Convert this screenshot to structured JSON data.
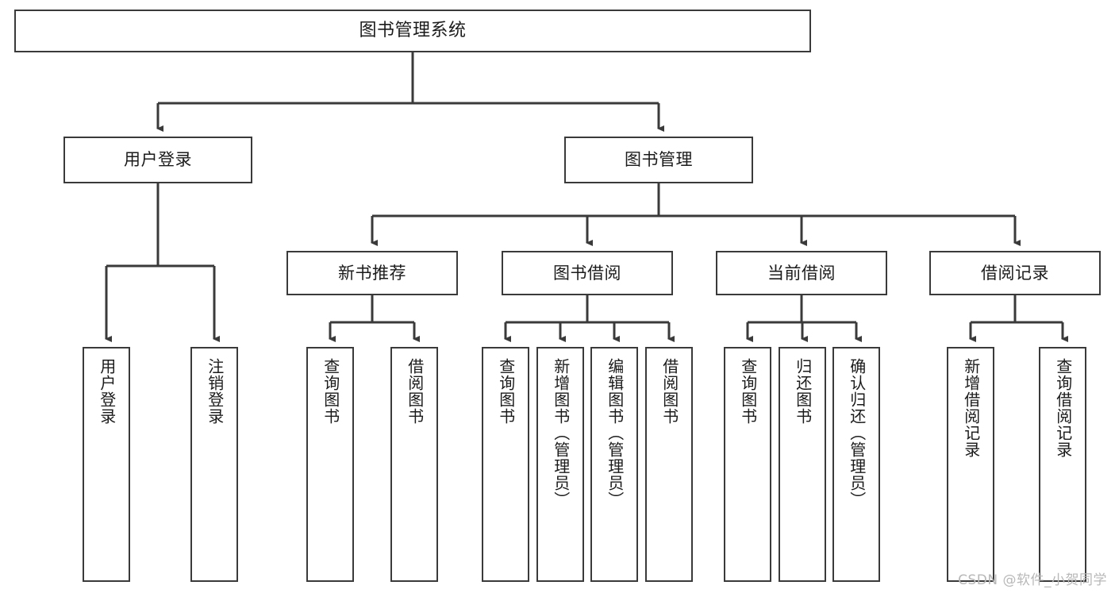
{
  "diagram": {
    "type": "tree-hierarchy-chart",
    "title": "图书管理系统",
    "watermark": "CSDN @软件_小贺同学",
    "colors": {
      "box_border": "#3a3a3a",
      "box_fill": "#ffffff",
      "connector": "#3a3a3a",
      "text": "#1b1b1b",
      "watermark": "#b8b8b8"
    },
    "root": {
      "label": "图书管理系统"
    },
    "level2": [
      {
        "id": "user-login",
        "label": "用户登录"
      },
      {
        "id": "book-manage",
        "label": "图书管理"
      }
    ],
    "level3": [
      {
        "id": "new-book-recommend",
        "label": "新书推荐"
      },
      {
        "id": "book-borrow",
        "label": "图书借阅"
      },
      {
        "id": "current-borrow",
        "label": "当前借阅"
      },
      {
        "id": "borrow-record",
        "label": "借阅记录"
      }
    ],
    "leaves": {
      "user_login": [
        {
          "id": "leaf-user-login",
          "label": "用户登录"
        },
        {
          "id": "leaf-logout",
          "label": "注销登录"
        }
      ],
      "new_book_recommend": [
        {
          "id": "leaf-query-book-1",
          "label": "查询图书"
        },
        {
          "id": "leaf-borrow-book-1",
          "label": "借阅图书"
        }
      ],
      "book_borrow": [
        {
          "id": "leaf-query-book-2",
          "label": "查询图书"
        },
        {
          "id": "leaf-add-book",
          "label": "新增图书（管理员）"
        },
        {
          "id": "leaf-edit-book",
          "label": "编辑图书（管理员）"
        },
        {
          "id": "leaf-borrow-book-2",
          "label": "借阅图书"
        }
      ],
      "current_borrow": [
        {
          "id": "leaf-query-book-3",
          "label": "查询图书"
        },
        {
          "id": "leaf-return-book",
          "label": "归还图书"
        },
        {
          "id": "leaf-confirm-return",
          "label": "确认归还（管理员）"
        }
      ],
      "borrow_record": [
        {
          "id": "leaf-add-record",
          "label": "新增借阅记录"
        },
        {
          "id": "leaf-query-record",
          "label": "查询借阅记录"
        }
      ]
    }
  }
}
